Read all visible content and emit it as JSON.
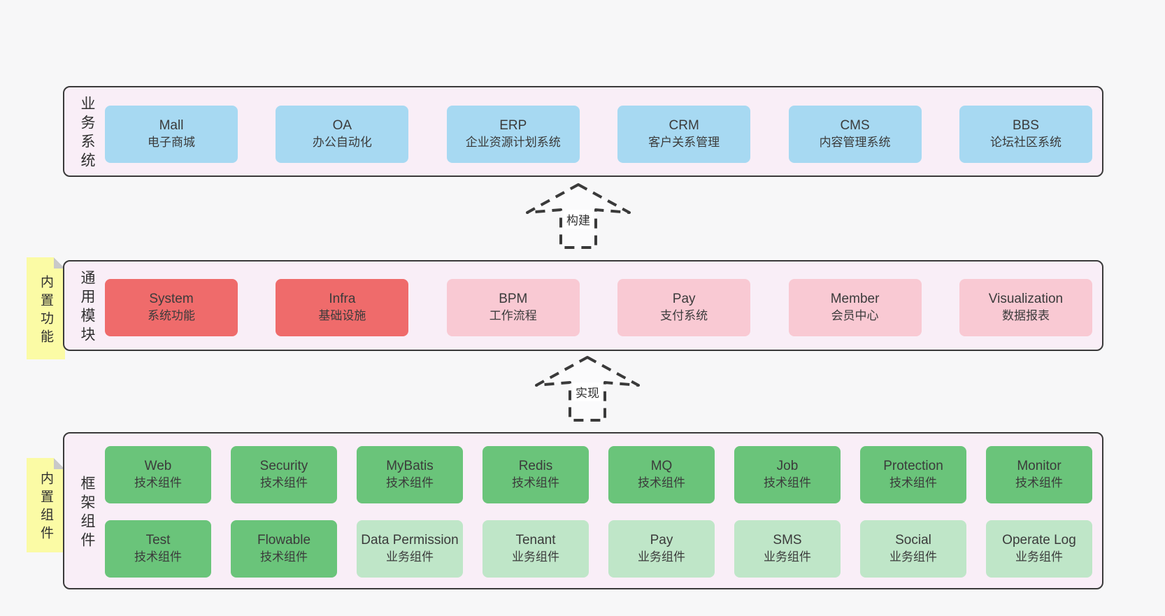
{
  "colors": {
    "page_bg": "#f7f7f8",
    "section_bg": "#f9eef7",
    "border": "#3a3a3a",
    "blue": "#a7d9f2",
    "red": "#ef6b6b",
    "pink": "#f9c9d3",
    "green": "#6ac47a",
    "green_light": "#bfe6c8",
    "note_yellow": "#fbfba5",
    "note_fold": "#c9c9c9",
    "text": "#3b3b3b"
  },
  "notes": [
    {
      "text": "内置功能"
    },
    {
      "text": "内置组件"
    }
  ],
  "arrows": [
    {
      "label": "构建"
    },
    {
      "label": "实现"
    }
  ],
  "sections": [
    {
      "label": "业务系统",
      "boxes": [
        {
          "name": "Mall",
          "desc": "电子商城",
          "type": "blue"
        },
        {
          "name": "OA",
          "desc": "办公自动化",
          "type": "blue"
        },
        {
          "name": "ERP",
          "desc": "企业资源计划系统",
          "type": "blue"
        },
        {
          "name": "CRM",
          "desc": "客户关系管理",
          "type": "blue"
        },
        {
          "name": "CMS",
          "desc": "内容管理系统",
          "type": "blue"
        },
        {
          "name": "BBS",
          "desc": "论坛社区系统",
          "type": "blue"
        }
      ]
    },
    {
      "label": "通用模块",
      "boxes": [
        {
          "name": "System",
          "desc": "系统功能",
          "type": "red"
        },
        {
          "name": "Infra",
          "desc": "基础设施",
          "type": "red"
        },
        {
          "name": "BPM",
          "desc": "工作流程",
          "type": "pink"
        },
        {
          "name": "Pay",
          "desc": "支付系统",
          "type": "pink"
        },
        {
          "name": "Member",
          "desc": "会员中心",
          "type": "pink"
        },
        {
          "name": "Visualization",
          "desc": "数据报表",
          "type": "pink"
        }
      ]
    },
    {
      "label": "框架组件",
      "rows": [
        [
          {
            "name": "Web",
            "desc": "技术组件",
            "type": "green"
          },
          {
            "name": "Security",
            "desc": "技术组件",
            "type": "green"
          },
          {
            "name": "MyBatis",
            "desc": "技术组件",
            "type": "green"
          },
          {
            "name": "Redis",
            "desc": "技术组件",
            "type": "green"
          },
          {
            "name": "MQ",
            "desc": "技术组件",
            "type": "green"
          },
          {
            "name": "Job",
            "desc": "技术组件",
            "type": "green"
          },
          {
            "name": "Protection",
            "desc": "技术组件",
            "type": "green"
          },
          {
            "name": "Monitor",
            "desc": "技术组件",
            "type": "green"
          }
        ],
        [
          {
            "name": "Test",
            "desc": "技术组件",
            "type": "green"
          },
          {
            "name": "Flowable",
            "desc": "技术组件",
            "type": "green"
          },
          {
            "name": "Data Permission",
            "desc": "业务组件",
            "type": "green-light"
          },
          {
            "name": "Tenant",
            "desc": "业务组件",
            "type": "green-light"
          },
          {
            "name": "Pay",
            "desc": "业务组件",
            "type": "green-light"
          },
          {
            "name": "SMS",
            "desc": "业务组件",
            "type": "green-light"
          },
          {
            "name": "Social",
            "desc": "业务组件",
            "type": "green-light"
          },
          {
            "name": "Operate Log",
            "desc": "业务组件",
            "type": "green-light"
          }
        ]
      ]
    }
  ]
}
